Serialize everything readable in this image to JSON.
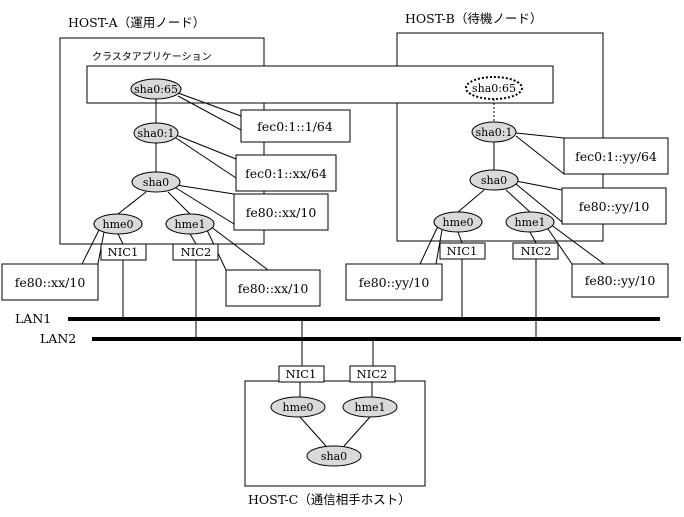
{
  "hosts": {
    "host_a": "HOST-A（運用ノード）",
    "host_b": "HOST-B（待機ノード）",
    "host_c": "HOST-C（通信相手ホスト）"
  },
  "cluster_app": "クラスタアプリケーション",
  "lans": {
    "lan1": "LAN1",
    "lan2": "LAN2"
  },
  "nodes": {
    "a_sha0_65": "sha0:65",
    "a_sha0_1": "sha0:1",
    "a_sha0": "sha0",
    "a_hme0": "hme0",
    "a_hme1": "hme1",
    "b_sha0_65": "sha0:65",
    "b_sha0_1": "sha0:1",
    "b_sha0": "sha0",
    "b_hme0": "hme0",
    "b_hme1": "hme1",
    "c_hme0": "hme0",
    "c_hme1": "hme1",
    "c_sha0": "sha0"
  },
  "nics": {
    "a_nic1": "NIC1",
    "a_nic2": "NIC2",
    "b_nic1": "NIC1",
    "b_nic2": "NIC2",
    "c_nic1": "NIC1",
    "c_nic2": "NIC2"
  },
  "addresses": {
    "a_sha0_65": "fec0:1::1/64",
    "a_sha0_1": "fec0:1::xx/64",
    "a_sha0": "fe80::xx/10",
    "a_hme0": "fe80::xx/10",
    "a_hme1": "fe80::xx/10",
    "b_sha0_1": "fec0:1::yy/64",
    "b_sha0": "fe80::yy/10",
    "b_hme0": "fe80::yy/10",
    "b_hme1": "fe80::yy/10"
  }
}
